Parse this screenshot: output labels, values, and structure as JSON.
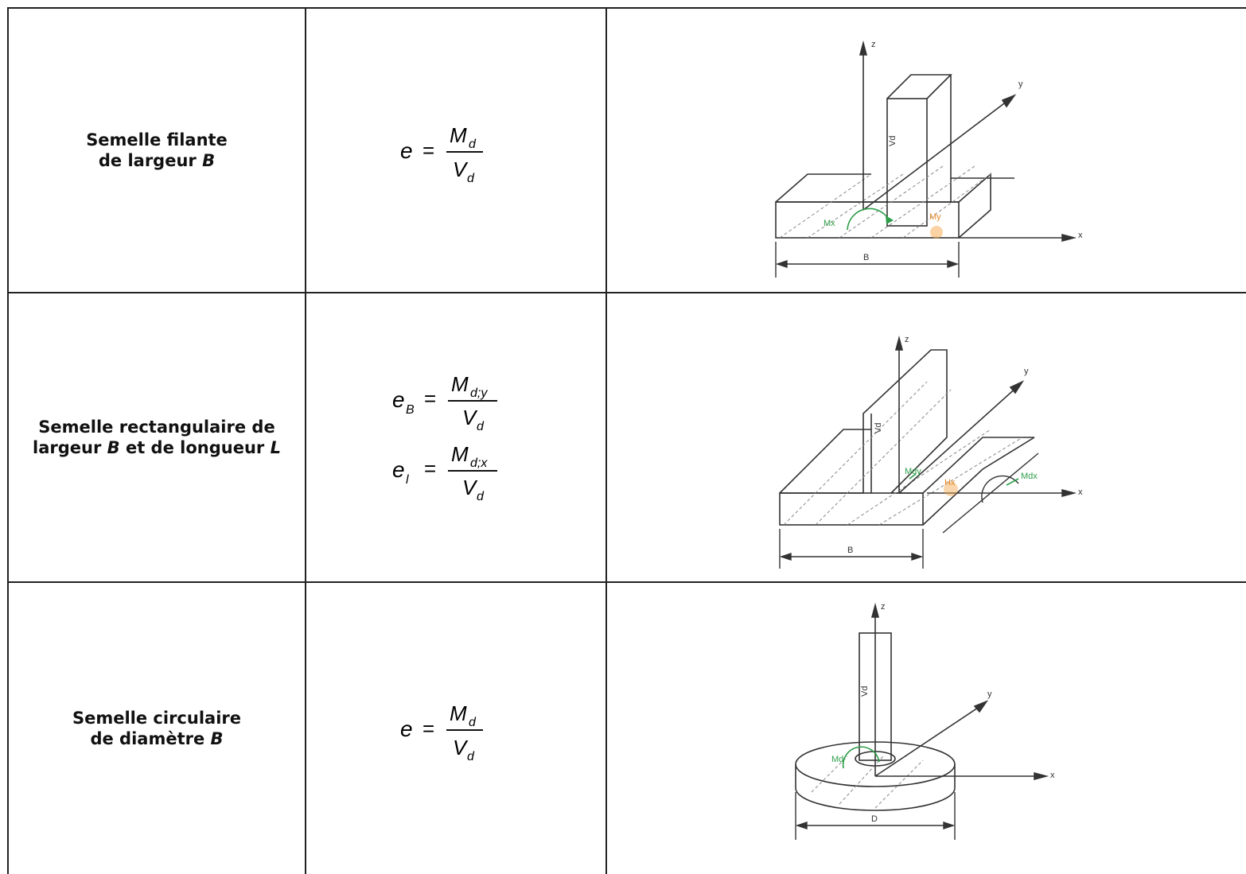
{
  "rows": [
    {
      "label_line1": "Semelle filante",
      "label_line2_prefix": "de largeur ",
      "label_line2_var": "B",
      "formula": {
        "lhs": "e",
        "lhs_sub": "",
        "num": "M",
        "num_sub": "d",
        "den": "V",
        "den_sub": "d"
      },
      "figure": {
        "axis_z": "z",
        "axis_y": "y",
        "axis_x": "x",
        "force_label": "Vd",
        "moment_green": "Mx",
        "moment_orange": "My",
        "dim_label": "B"
      }
    },
    {
      "label_line1": "Semelle rectangulaire de",
      "label_line2_prefix": "largeur ",
      "label_line2_var1": "B",
      "label_line2_mid": " et de longueur ",
      "label_line2_var2": "L",
      "formula1": {
        "lhs": "e",
        "lhs_sub": "B",
        "num": "M",
        "num_sub": "d;y",
        "den": "V",
        "den_sub": "d"
      },
      "formula2": {
        "lhs": "e",
        "lhs_sub": "l",
        "num": "M",
        "num_sub": "d;x",
        "den": "V",
        "den_sub": "d"
      },
      "figure": {
        "axis_z": "z",
        "axis_y": "y",
        "axis_x": "x",
        "force_label": "Vd",
        "moment_green1": "Mdy",
        "moment_orange": "Hx",
        "moment_green2": "Mdx",
        "dim_label": "B"
      }
    },
    {
      "label_line1": "Semelle circulaire",
      "label_line2_prefix": "de diamètre ",
      "label_line2_var": "B",
      "formula": {
        "lhs": "e",
        "lhs_sub": "",
        "num": "M",
        "num_sub": "d",
        "den": "V",
        "den_sub": "d"
      },
      "figure": {
        "axis_z": "z",
        "axis_y": "y",
        "axis_x": "x",
        "force_label": "Vd",
        "moment_green": "Md",
        "dim_label": "D"
      }
    }
  ],
  "colors": {
    "line": "#333333",
    "green": "#2e9e4a",
    "orange": "#f5a54a",
    "hatch": "#777777"
  }
}
